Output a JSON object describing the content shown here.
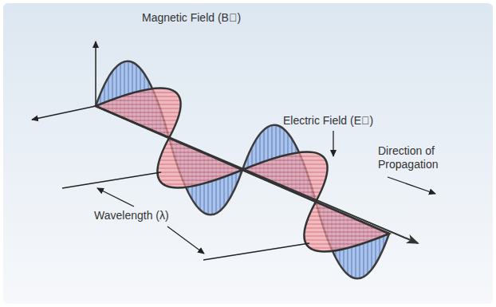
{
  "diagram": {
    "labels": [
      "Magnetic Field (B⃗)",
      "Electric Field (E⃗)",
      "Direction of Propagation",
      "Wavelength (λ)"
    ]
  }
}
